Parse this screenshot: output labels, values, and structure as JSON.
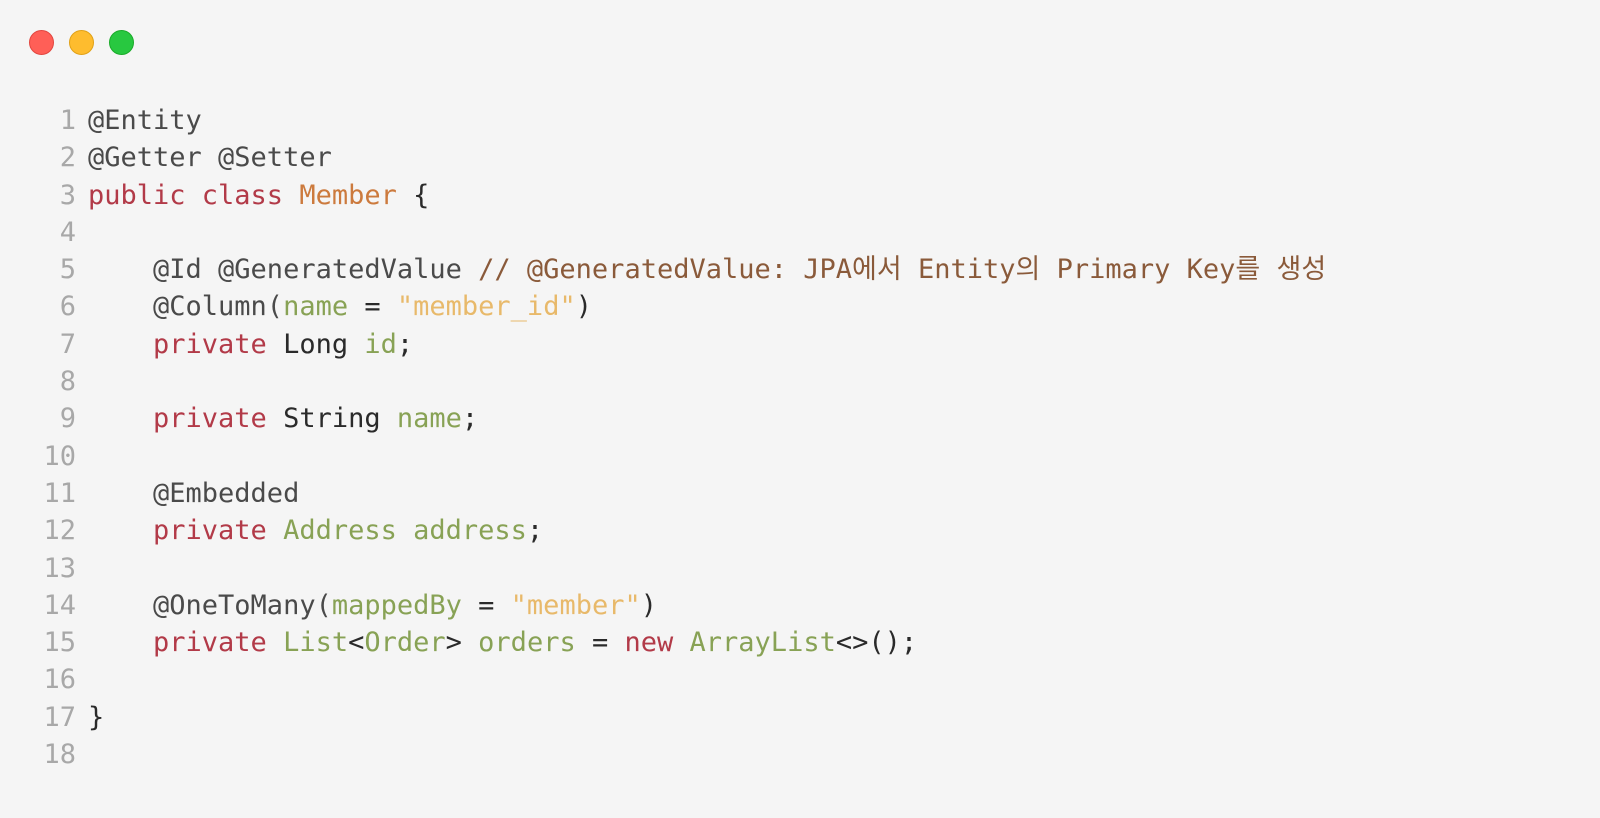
{
  "window": {
    "controls": {
      "close_color": "#ff5f57",
      "minimize_color": "#febc2e",
      "maximize_color": "#28c840"
    }
  },
  "code": {
    "lines": [
      {
        "num": "1",
        "tokens": [
          {
            "t": "@Entity",
            "c": "ann"
          }
        ]
      },
      {
        "num": "2",
        "tokens": [
          {
            "t": "@Getter @Setter",
            "c": "ann"
          }
        ]
      },
      {
        "num": "3",
        "tokens": [
          {
            "t": "public class ",
            "c": "kw"
          },
          {
            "t": "Member",
            "c": "cls"
          },
          {
            "t": " {",
            "c": "punc"
          }
        ]
      },
      {
        "num": "4",
        "tokens": []
      },
      {
        "num": "5",
        "tokens": [
          {
            "t": "    @Id @GeneratedValue ",
            "c": "ann"
          },
          {
            "t": "// @GeneratedValue: JPA에서 Entity의 Primary Key를 생성",
            "c": "com"
          }
        ]
      },
      {
        "num": "6",
        "tokens": [
          {
            "t": "    @Column(",
            "c": "ann"
          },
          {
            "t": "name",
            "c": "var"
          },
          {
            "t": " = ",
            "c": "punc"
          },
          {
            "t": "\"member_id\"",
            "c": "str"
          },
          {
            "t": ")",
            "c": "punc"
          }
        ]
      },
      {
        "num": "7",
        "tokens": [
          {
            "t": "    private ",
            "c": "kw"
          },
          {
            "t": "Long ",
            "c": "plain"
          },
          {
            "t": "id",
            "c": "var"
          },
          {
            "t": ";",
            "c": "punc"
          }
        ]
      },
      {
        "num": "8",
        "tokens": []
      },
      {
        "num": "9",
        "tokens": [
          {
            "t": "    private ",
            "c": "kw"
          },
          {
            "t": "String ",
            "c": "plain"
          },
          {
            "t": "name",
            "c": "var"
          },
          {
            "t": ";",
            "c": "punc"
          }
        ]
      },
      {
        "num": "10",
        "tokens": []
      },
      {
        "num": "11",
        "tokens": [
          {
            "t": "    @Embedded",
            "c": "ann"
          }
        ]
      },
      {
        "num": "12",
        "tokens": [
          {
            "t": "    private ",
            "c": "kw"
          },
          {
            "t": "Address ",
            "c": "type"
          },
          {
            "t": "address",
            "c": "var"
          },
          {
            "t": ";",
            "c": "punc"
          }
        ]
      },
      {
        "num": "13",
        "tokens": []
      },
      {
        "num": "14",
        "tokens": [
          {
            "t": "    @OneToMany(",
            "c": "ann"
          },
          {
            "t": "mappedBy",
            "c": "var"
          },
          {
            "t": " = ",
            "c": "punc"
          },
          {
            "t": "\"member\"",
            "c": "str"
          },
          {
            "t": ")",
            "c": "punc"
          }
        ]
      },
      {
        "num": "15",
        "tokens": [
          {
            "t": "    private ",
            "c": "kw"
          },
          {
            "t": "List",
            "c": "type"
          },
          {
            "t": "<",
            "c": "punc"
          },
          {
            "t": "Order",
            "c": "type"
          },
          {
            "t": "> ",
            "c": "punc"
          },
          {
            "t": "orders",
            "c": "var"
          },
          {
            "t": " = ",
            "c": "punc"
          },
          {
            "t": "new ",
            "c": "kw"
          },
          {
            "t": "ArrayList",
            "c": "type"
          },
          {
            "t": "<>();",
            "c": "punc"
          }
        ]
      },
      {
        "num": "16",
        "tokens": []
      },
      {
        "num": "17",
        "tokens": [
          {
            "t": "}",
            "c": "punc"
          }
        ]
      },
      {
        "num": "18",
        "tokens": []
      }
    ]
  }
}
